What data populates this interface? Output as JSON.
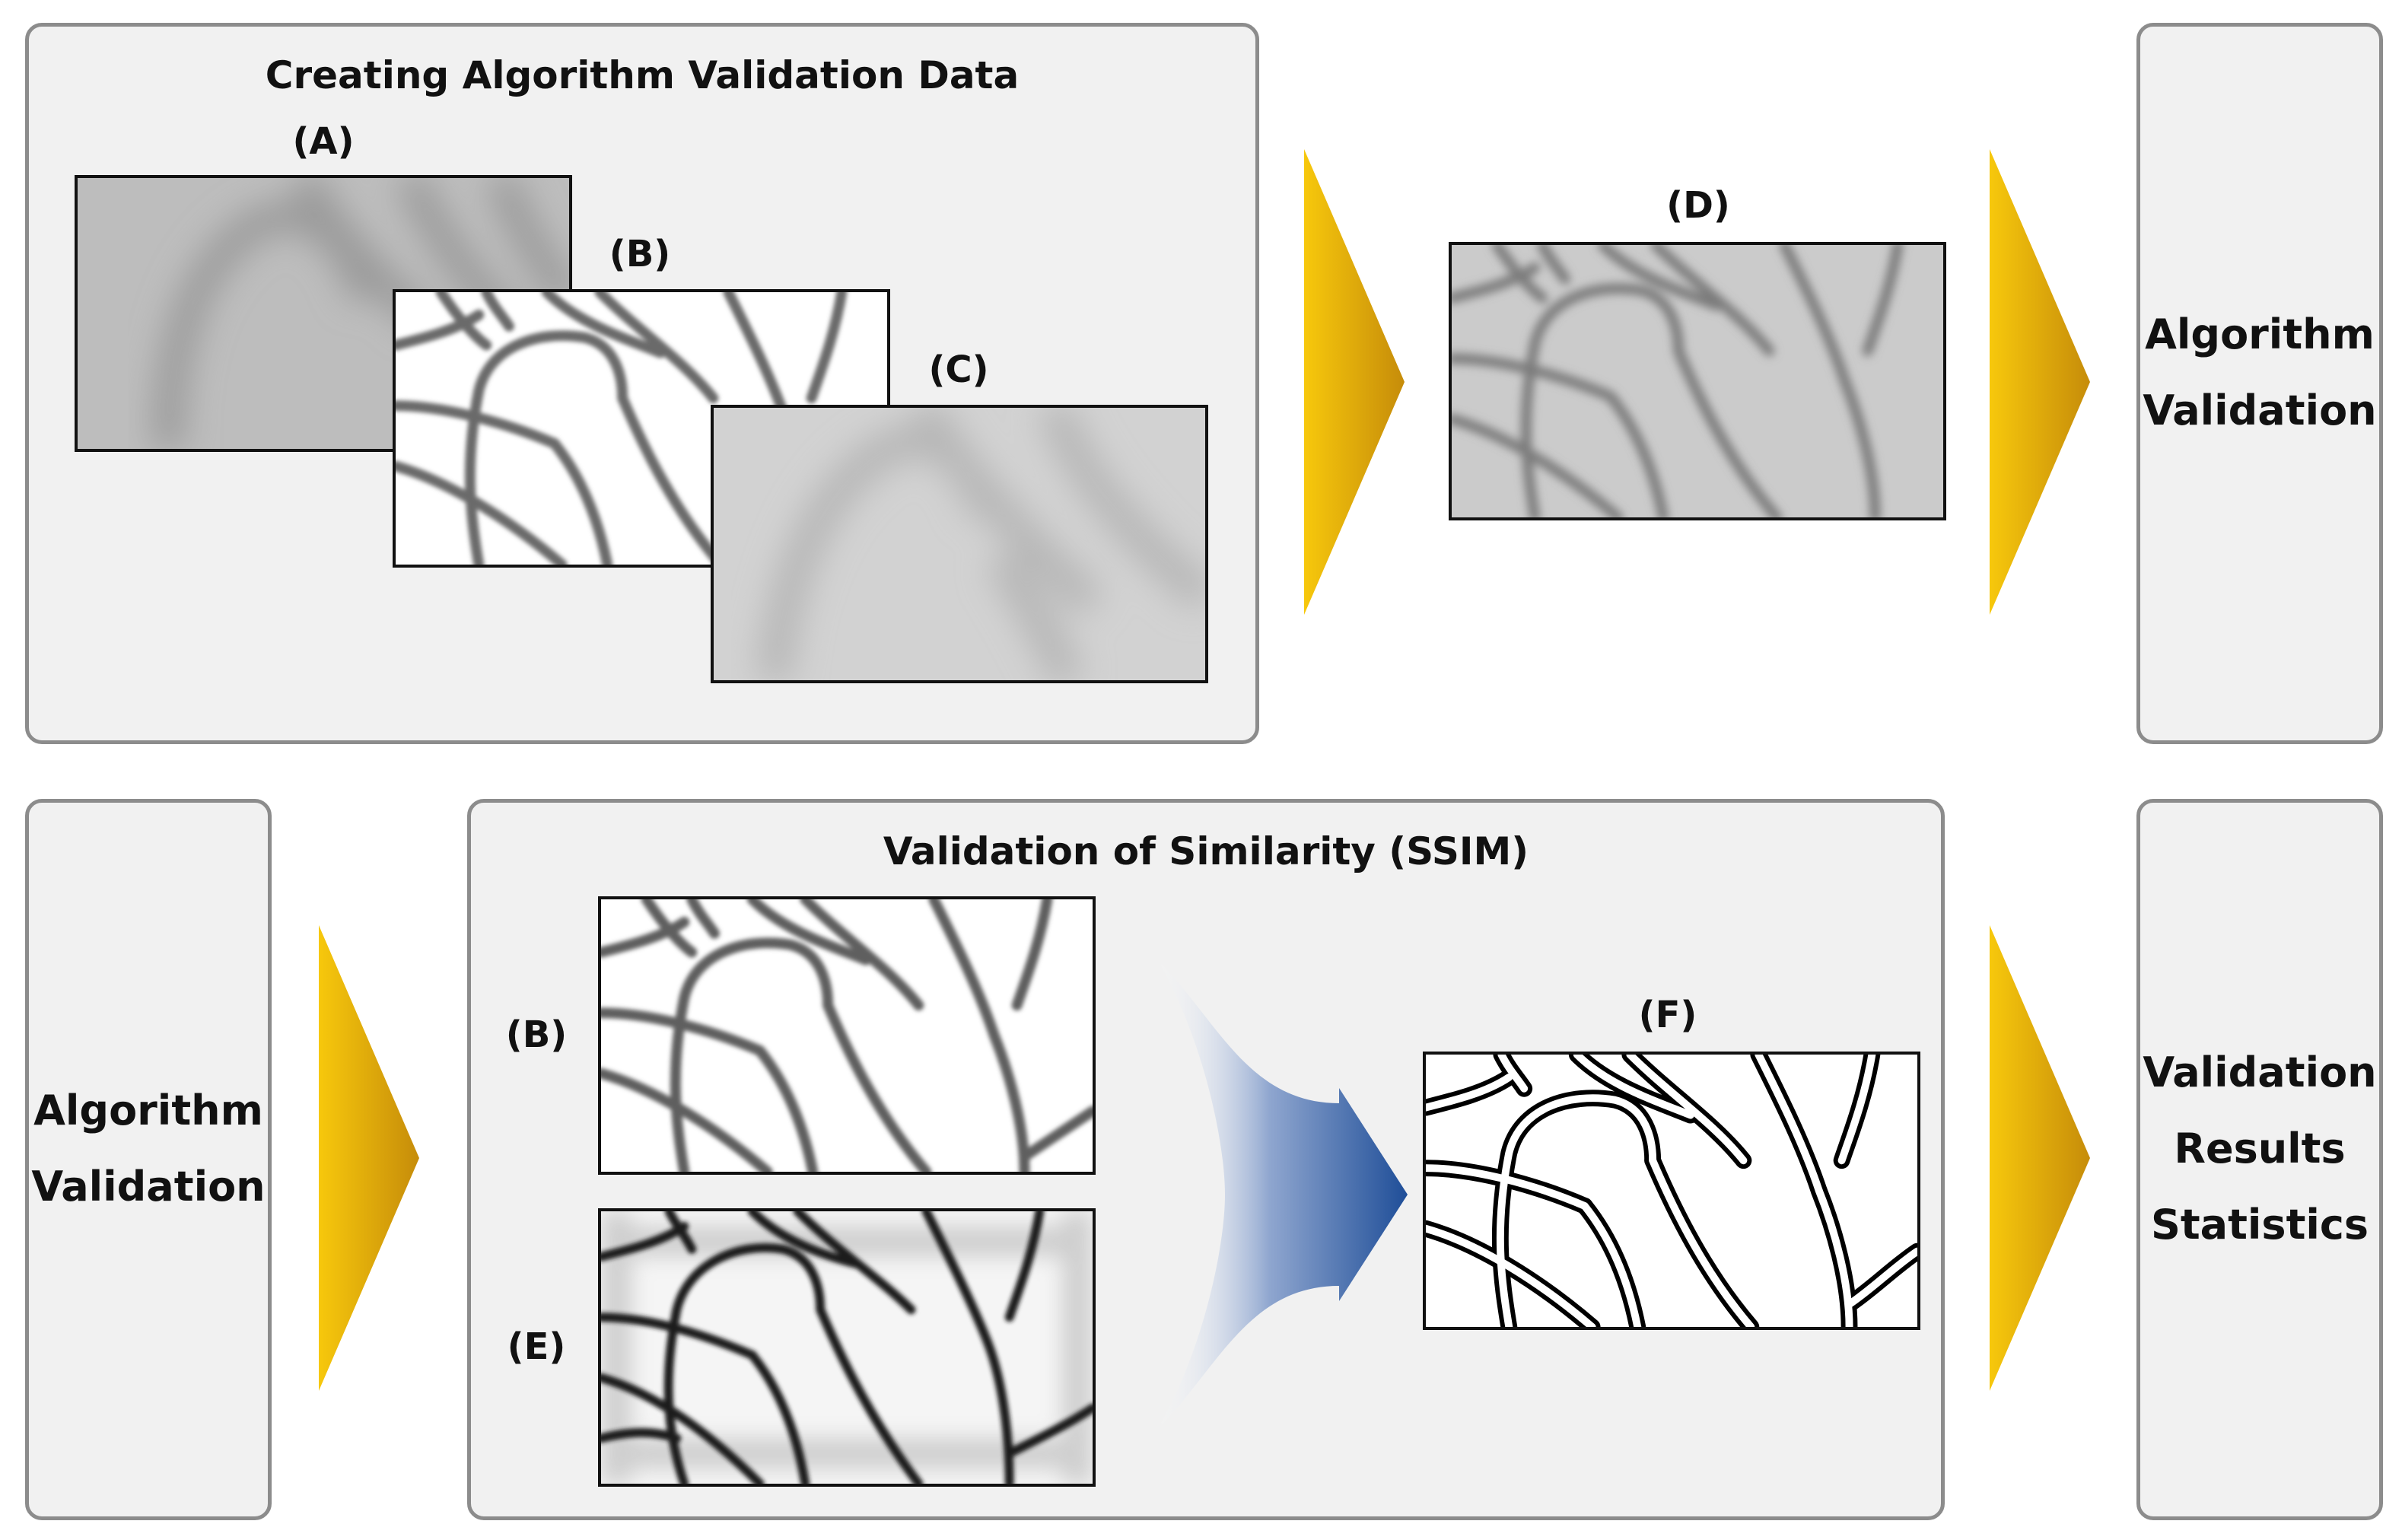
{
  "top_panel": {
    "title": "Creating Algorithm Validation Data"
  },
  "labels": {
    "a": "(A)",
    "b": "(B)",
    "c": "(C)",
    "d": "(D)",
    "b2": "(B)",
    "e": "(E)",
    "f": "(F)"
  },
  "right_top_box": {
    "line1": "Algorithm",
    "line2": "Validation"
  },
  "left_bottom_box": {
    "line1": "Algorithm",
    "line2": "Validation"
  },
  "bottom_panel": {
    "title": "Validation of Similarity (SSIM)"
  },
  "right_bottom_box": {
    "line1": "Validation",
    "line2": "Results",
    "line3": "Statistics"
  },
  "colors": {
    "chevron_light": "#f5c20a",
    "chevron_dark": "#c8900a",
    "arrow_blue": "#1f4e98",
    "panel_fill": "#f1f1f1",
    "panel_border": "#8c8c8c"
  }
}
